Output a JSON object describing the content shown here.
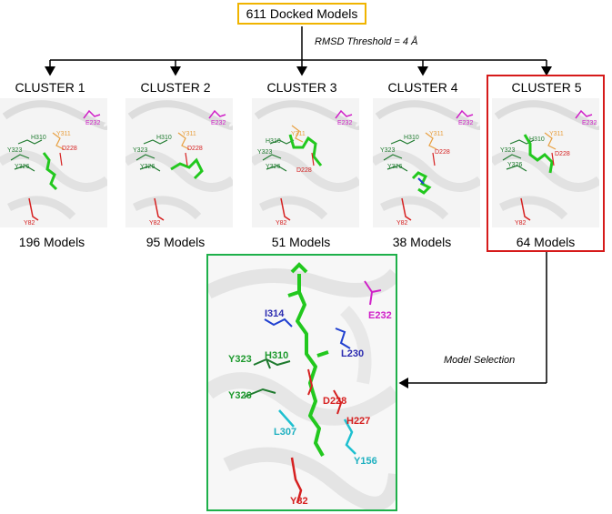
{
  "top_box": "611 Docked Models",
  "rmsd_label": "RMSD Threshold = 4 Å",
  "clusters": [
    {
      "title": "CLUSTER 1",
      "count": "196 Models"
    },
    {
      "title": "CLUSTER 2",
      "count": "95 Models"
    },
    {
      "title": "CLUSTER 3",
      "count": "51 Models"
    },
    {
      "title": "CLUSTER 4",
      "count": "38 Models"
    },
    {
      "title": "CLUSTER 5",
      "count": "64 Models"
    }
  ],
  "thumb_labels": {
    "e232": "E232",
    "y311": "Y311",
    "h310": "H310",
    "y323": "Y323",
    "d228": "D228",
    "y326": "Y326",
    "y82": "Y82"
  },
  "model_selection": "Model Selection",
  "detail_labels": {
    "i314": "I314",
    "e232": "E232",
    "l230": "L230",
    "y323": "Y323",
    "h310": "H310",
    "d228": "D228",
    "y326": "Y326",
    "h227": "H227",
    "l307": "L307",
    "y156": "Y156",
    "y82": "Y82"
  },
  "colors": {
    "top_box_border": "#f0b400",
    "selected_cluster_border": "#d61a1a",
    "detail_border": "#1eb04a"
  }
}
